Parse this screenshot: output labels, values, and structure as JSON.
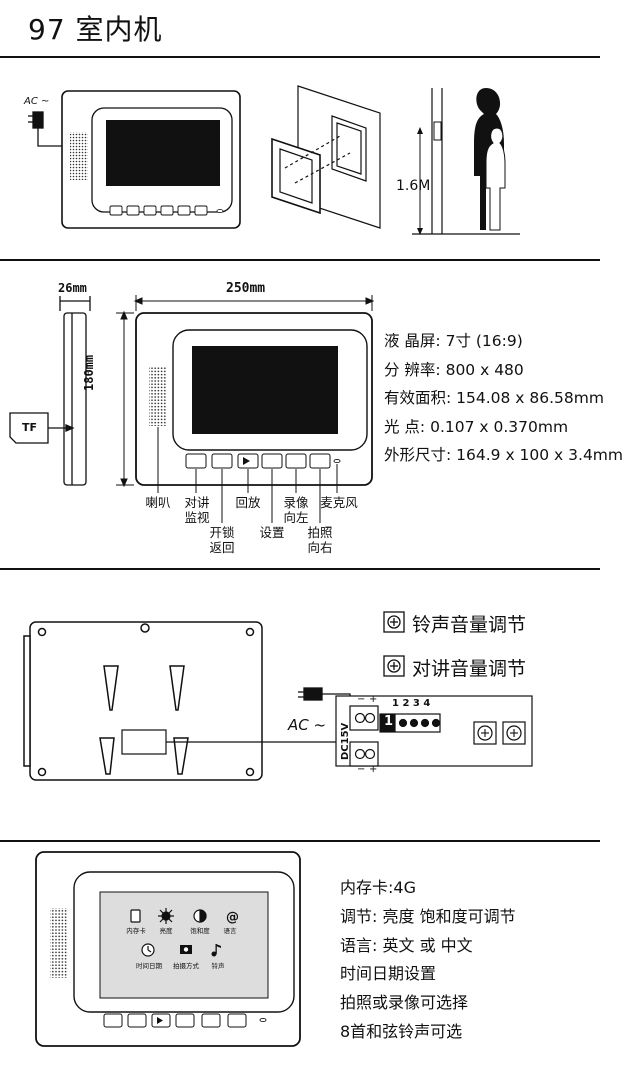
{
  "header": {
    "title": "97  室内机"
  },
  "section1": {
    "ac_label": "AC ~",
    "height_label": "1.6M"
  },
  "section2": {
    "depth_label": "26mm",
    "width_label": "250mm",
    "height_label": "180mm",
    "tf_label": "TF",
    "specs": [
      "液 晶屏: 7寸 (16:9)",
      "分 辨率: 800 x 480",
      "有效面积: 154.08 x 86.58mm",
      "光    点: 0.107 x 0.370mm",
      "外形尺寸: 164.9 x 100 x 3.4mm"
    ],
    "callouts": {
      "speaker": "喇叭",
      "talk_monitor": "对讲\n监视",
      "unlock_return": "开锁\n返回",
      "playback": "回放",
      "settings": "设置",
      "record_left": "录像\n向左",
      "photo_right": "拍照\n向右",
      "microphone": "麦克风"
    }
  },
  "section3": {
    "ring_volume": "铃声音量调节",
    "talk_volume": "对讲音量调节",
    "ac_label": "AC ~",
    "dc_label": "DC15V",
    "terminal_numbers": "1 2 3 4",
    "terminal_one": "1",
    "plus": "+",
    "minus": "−"
  },
  "section4": {
    "menu_items": [
      {
        "label": "内存卡",
        "icon": "memory-card-icon"
      },
      {
        "label": "亮度",
        "icon": "brightness-icon"
      },
      {
        "label": "饱和度",
        "icon": "saturation-icon"
      },
      {
        "label": "语言",
        "icon": "language-icon"
      },
      {
        "label": "时间日期",
        "icon": "clock-icon"
      },
      {
        "label": "拍摄方式",
        "icon": "camera-icon"
      },
      {
        "label": "铃声",
        "icon": "music-note-icon"
      }
    ],
    "features": [
      "内存卡:4G",
      "调节: 亮度 饱和度可调节",
      "语言: 英文 或 中文",
      "时间日期设置",
      "拍照或录像可选择",
      "8首和弦铃声可选"
    ]
  }
}
